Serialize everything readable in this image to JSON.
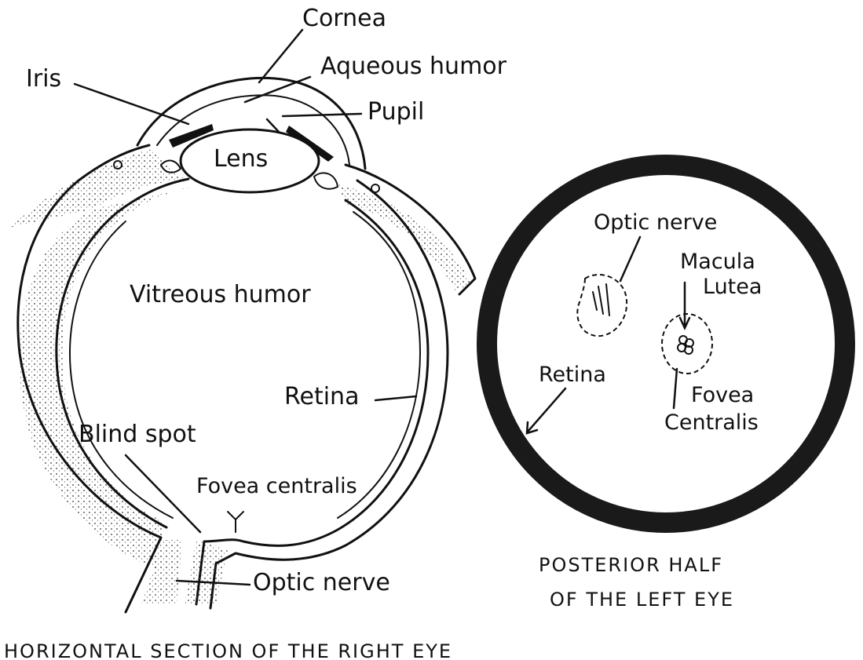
{
  "section_diagram": {
    "labels": {
      "cornea": "Cornea",
      "aqueous_humor": "Aqueous humor",
      "iris": "Iris",
      "pupil": "Pupil",
      "lens": "Lens",
      "vitreous_humor": "Vitreous humor",
      "retina": "Retina",
      "blind_spot": "Blind spot",
      "fovea_centralis": "Fovea centralis",
      "optic_nerve": "Optic nerve"
    },
    "caption": "HORIZONTAL SECTION OF THE RIGHT EYE"
  },
  "posterior_diagram": {
    "labels": {
      "optic_nerve": "Optic nerve",
      "macula_line1": "Macula",
      "macula_line2": "Lutea",
      "retina": "Retina",
      "fovea_line1": "Fovea",
      "fovea_line2": "Centralis"
    },
    "caption_line1": "POSTERIOR HALF",
    "caption_line2": "OF THE LEFT EYE"
  }
}
